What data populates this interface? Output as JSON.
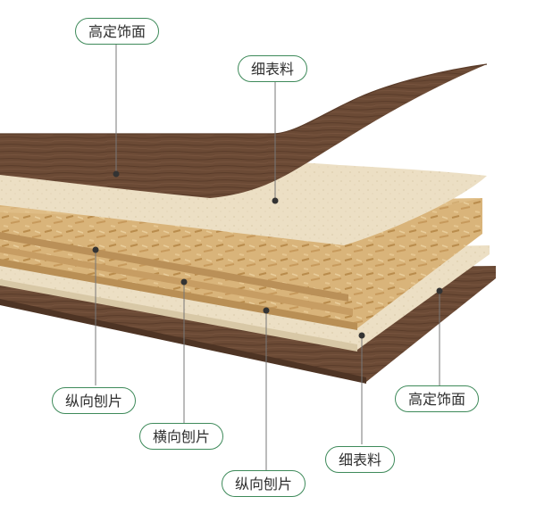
{
  "labels": {
    "top_veneer": "高定饰面",
    "top_fine_layer": "细表料",
    "left_longitudinal": "纵向刨片",
    "transverse": "横向刨片",
    "bottom_longitudinal": "纵向刨片",
    "bottom_fine_layer": "细表料",
    "bottom_veneer": "高定饰面"
  },
  "colors": {
    "label_border": "#3e8a5a",
    "veneer": "#6b4a35",
    "fine_layer": "#ecdfc4",
    "osb": "#d9b47a"
  }
}
